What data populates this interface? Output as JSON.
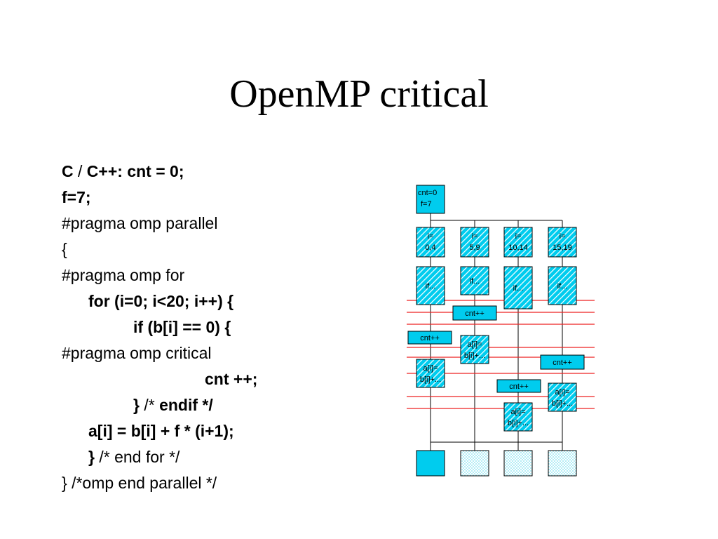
{
  "slide": {
    "title": "OpenMP critical"
  },
  "code_lines": [
    {
      "indent": 0,
      "segments": [
        {
          "text": "C",
          "bold": true
        },
        {
          "text": " / ",
          "bold": false
        },
        {
          "text": "C++: cnt = 0;",
          "bold": true
        }
      ]
    },
    {
      "indent": 0,
      "segments": [
        {
          "text": "f=7;",
          "bold": true
        }
      ]
    },
    {
      "indent": 0,
      "segments": [
        {
          "text": "#pragma omp parallel",
          "bold": false
        }
      ]
    },
    {
      "indent": 0,
      "segments": [
        {
          "text": "{",
          "bold": false
        }
      ]
    },
    {
      "indent": 0,
      "segments": [
        {
          "text": "#pragma omp for",
          "bold": false
        }
      ]
    },
    {
      "indent": 38,
      "segments": [
        {
          "text": "for (i=0; i<20; i++) {",
          "bold": true
        }
      ]
    },
    {
      "indent": 102,
      "segments": [
        {
          "text": "if (b[i] == 0) {",
          "bold": true
        }
      ]
    },
    {
      "indent": 0,
      "segments": [
        {
          "text": "#pragma omp critical",
          "bold": false
        }
      ]
    },
    {
      "indent": 204,
      "segments": [
        {
          "text": "cnt ++;",
          "bold": true
        }
      ]
    },
    {
      "indent": 102,
      "segments": [
        {
          "text": "}",
          "bold": true
        },
        {
          "text": " /* ",
          "bold": false
        },
        {
          "text": "endif */",
          "bold": true
        }
      ]
    },
    {
      "indent": 38,
      "segments": [
        {
          "text": "a[i] = b[i] + f * (i+1);",
          "bold": true
        }
      ]
    },
    {
      "indent": 38,
      "segments": [
        {
          "text": "}",
          "bold": true
        },
        {
          "text": " /* end for */",
          "bold": false
        }
      ]
    },
    {
      "indent": 0,
      "segments": [
        {
          "text": "} /*omp end parallel */",
          "bold": false
        }
      ]
    }
  ],
  "diagram": {
    "colors": {
      "box": "#00ccee",
      "light": "#a8eef8",
      "line": "#000000",
      "red": "#ee2222"
    },
    "init_box": [
      "cnt=0",
      "f=7"
    ],
    "iter_boxes": [
      [
        "i=",
        "0,4"
      ],
      [
        "i=",
        "5,9"
      ],
      [
        "i=",
        "10,14"
      ],
      [
        "i=",
        "15,19"
      ]
    ],
    "if_label": "if...",
    "cnt_label": "cnt++",
    "assign_label": [
      "a[i]=",
      "b[i]+..."
    ]
  }
}
